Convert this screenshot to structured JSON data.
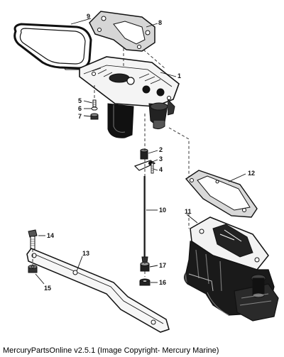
{
  "callouts": {
    "c1": "1",
    "c2": "2",
    "c3": "3",
    "c4": "4",
    "c5": "5",
    "c6": "6",
    "c7": "7",
    "c8": "8",
    "c9": "9",
    "c10": "10",
    "c11": "11",
    "c12": "12",
    "c13": "13",
    "c14": "14",
    "c15": "15",
    "c16": "16",
    "c17": "17"
  },
  "footer": {
    "caption": "MercuryPartsOnline v2.5.1 (Image Copyright- Mercury Marine)"
  }
}
